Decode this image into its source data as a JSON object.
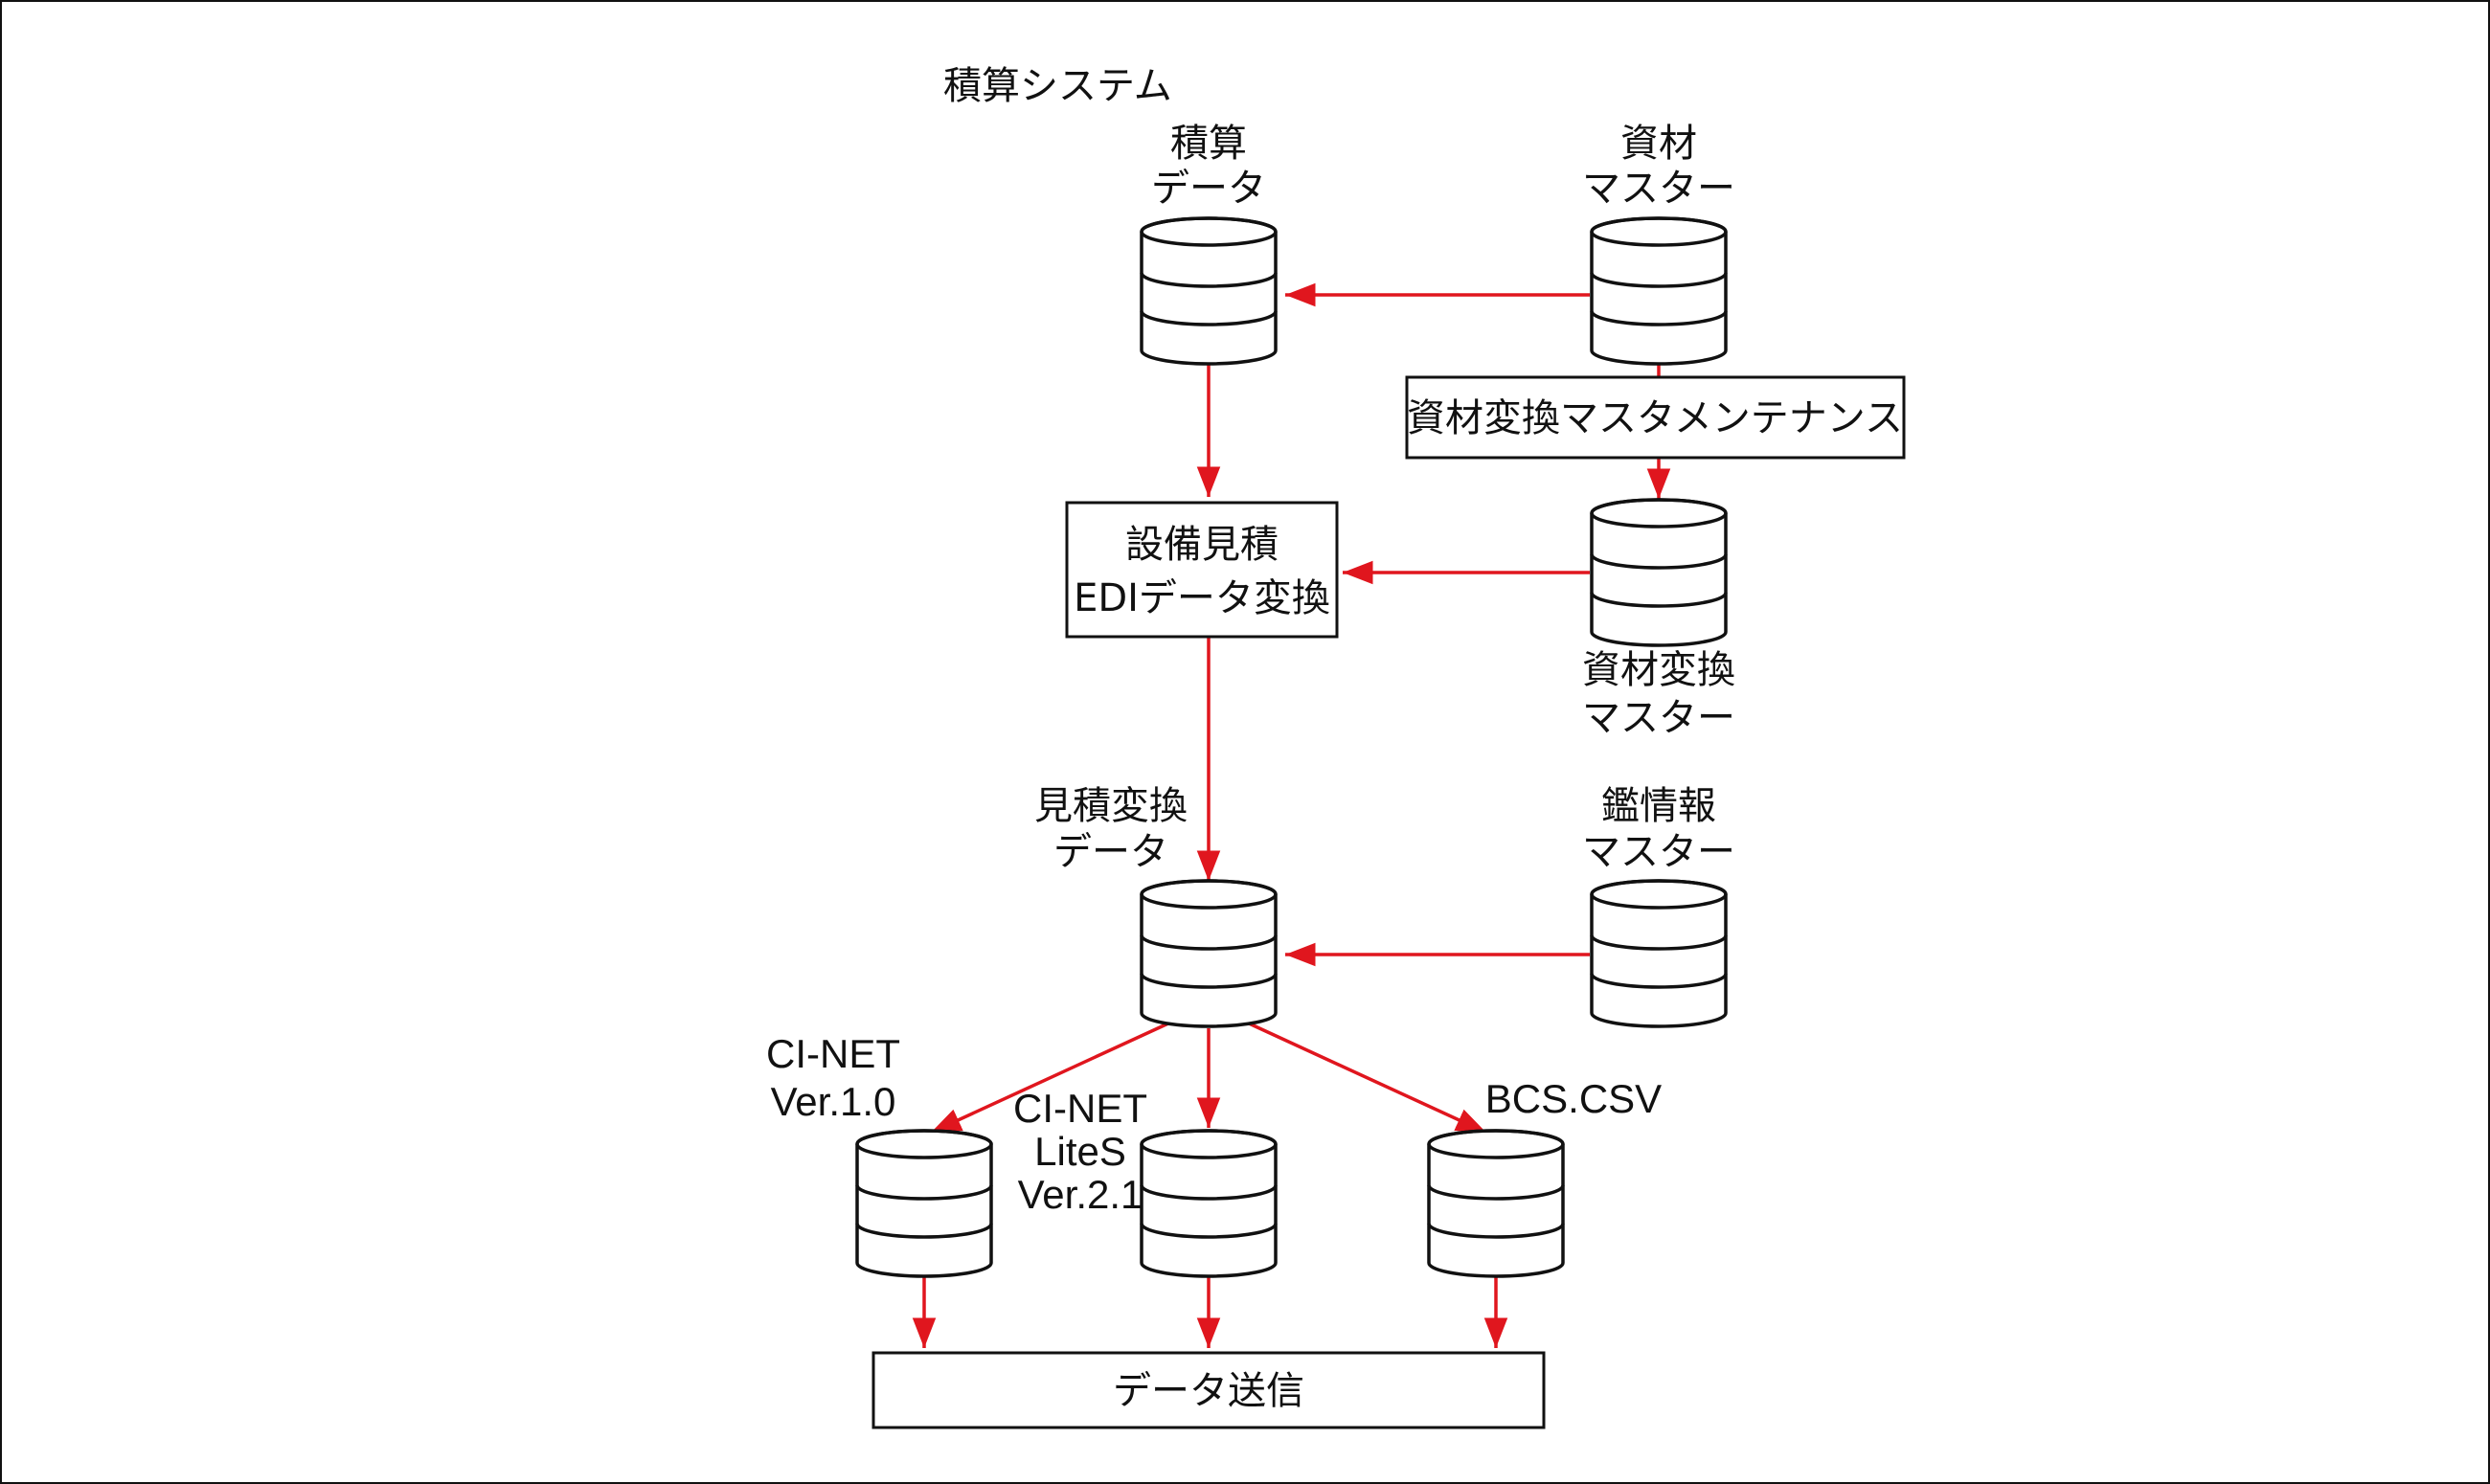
{
  "title": "積算システム",
  "colors": {
    "arrow": "#e0161e",
    "stroke": "#111111",
    "background": "#ffffff"
  },
  "databases": {
    "sekisan_data": [
      "積算",
      "データ"
    ],
    "shizai_master": [
      "資材",
      "マスター"
    ],
    "shizai_henkan_master": [
      "資材変換",
      "マスター"
    ],
    "mitsumori_henkan_data": [
      "見積変換",
      "データ"
    ],
    "kan_jouhou_master": [
      "鑑情報",
      "マスター"
    ],
    "cinet_v10": [
      "CI-NET",
      "Ver.1.0"
    ],
    "cinet_lites_v21": [
      "CI-NET",
      "LiteS",
      "Ver.2.1"
    ],
    "bcs_csv": [
      "BCS.CSV"
    ]
  },
  "processes": {
    "shizai_henkan_maintenance": [
      "資材変換マスタメンテナンス"
    ],
    "setsubi_mitsumori_edi": [
      "設備見積",
      "EDIデータ変換"
    ],
    "data_soushin": [
      "データ送信"
    ]
  }
}
